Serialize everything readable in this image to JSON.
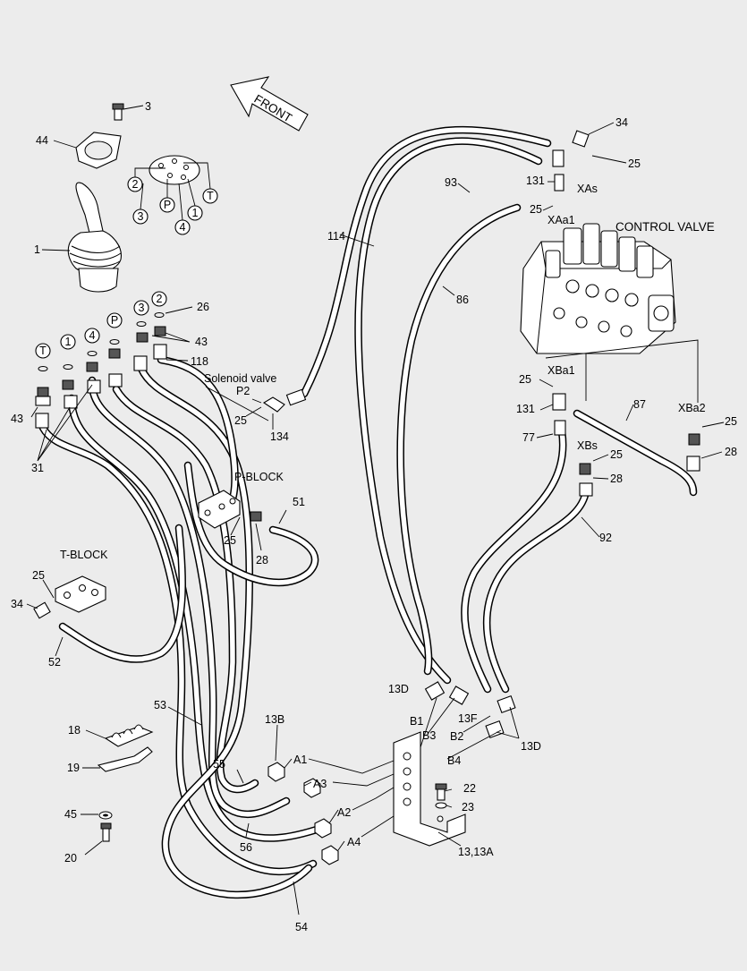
{
  "direction": {
    "front": "FRONT"
  },
  "components": {
    "control_valve": "CONTROL VALVE",
    "solenoid_valve": "Solenoid valve",
    "p_block": "P-BLOCK",
    "t_block": "T-BLOCK"
  },
  "ports": {
    "xas": "XAs",
    "xaa1": "XAa1",
    "xba1": "XBa1",
    "xba2": "XBa2",
    "xbs": "XBs",
    "p2": "P2",
    "a1": "A1",
    "a2": "A2",
    "a3": "A3",
    "a4": "A4",
    "b1": "B1",
    "b2": "B2",
    "b3": "B3",
    "b4": "B4"
  },
  "circled": {
    "c2": "2",
    "c3": "3",
    "cP": "P",
    "c4": "4",
    "c1": "1",
    "cT": "T"
  },
  "parts": {
    "p3": "3",
    "p44": "44",
    "p1": "1",
    "p26": "26",
    "p43a": "43",
    "p118": "118",
    "p43b": "43",
    "p31": "31",
    "p25_sol": "25",
    "p134": "134",
    "p25_pb": "25",
    "p28_pb": "28",
    "p51": "51",
    "p25_tb": "25",
    "p34_tb": "34",
    "p52": "52",
    "p53": "53",
    "p18": "18",
    "p19": "19",
    "p45": "45",
    "p20": "20",
    "p55": "55",
    "p56": "56",
    "p54": "54",
    "p13b": "13B",
    "p114": "114",
    "p93": "93",
    "p86": "86",
    "p34_top": "34",
    "p25_top": "25",
    "p131_top": "131",
    "p25_mid": "25",
    "p25_xba1": "25",
    "p131_bot": "131",
    "p77": "77",
    "p87": "87",
    "p25_right": "25",
    "p28_right": "28",
    "p25_xbs": "25",
    "p28_xbs": "28",
    "p92": "92",
    "p13d_top": "13D",
    "p13f": "13F",
    "p13d_right": "13D",
    "p22": "22",
    "p23": "23",
    "p13_13a": "13,13A"
  }
}
